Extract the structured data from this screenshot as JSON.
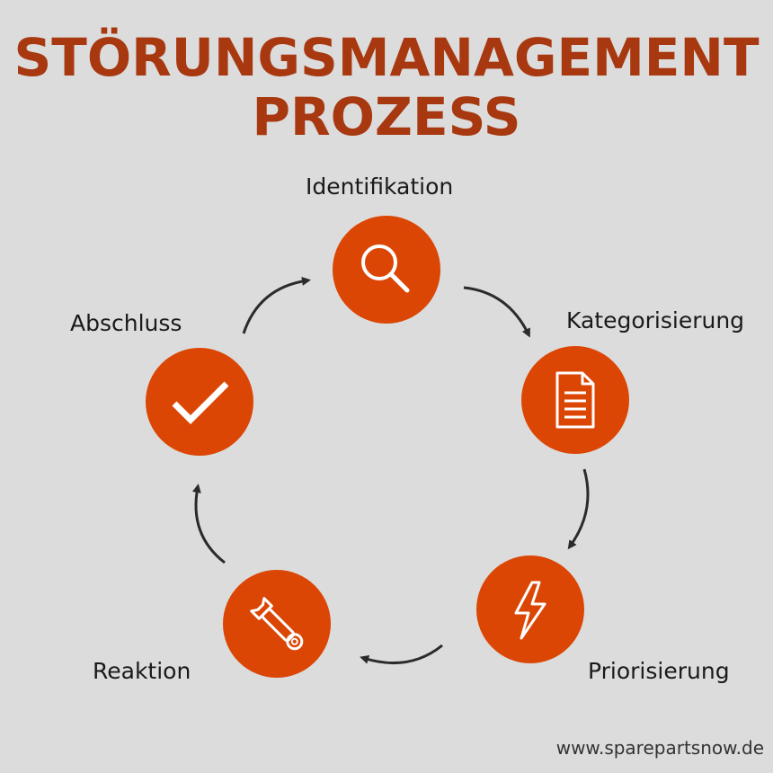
{
  "title": {
    "line1": "STÖRUNGSMANAGEMENT",
    "line2": "PROZESS"
  },
  "steps": [
    {
      "label": "Identifikation",
      "icon": "search-icon"
    },
    {
      "label": "Kategorisierung",
      "icon": "document-icon"
    },
    {
      "label": "Priorisierung",
      "icon": "lightning-icon"
    },
    {
      "label": "Reaktion",
      "icon": "wrench-icon"
    },
    {
      "label": "Abschluss",
      "icon": "checkmark-icon"
    }
  ],
  "footer": "www.sparepartsnow.de",
  "colors": {
    "background": "#dcdcdc",
    "title": "#a8380f",
    "circle": "#db4605",
    "icon": "#ffffff",
    "arrow": "#2b2b2b"
  }
}
